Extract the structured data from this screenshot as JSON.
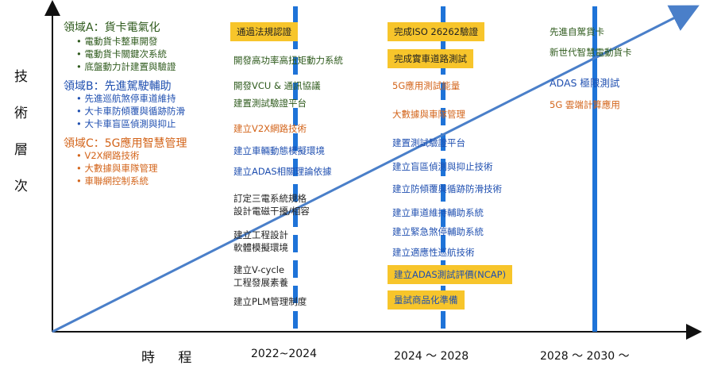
{
  "y_axis_label": [
    "技",
    "術",
    "層",
    "次"
  ],
  "x_axis_label": "時 程",
  "periods": [
    "2022~2024",
    "2024 ～ 2028",
    "2028 ～ 2030 ～"
  ],
  "domains": {
    "a": {
      "title": "領域A：貨卡電氣化",
      "items": [
        "電動貨卡整車開發",
        "電動貨卡關鍵次系統",
        "底盤動力計建置與驗證"
      ]
    },
    "b": {
      "title": "領域B：先進駕駛輔助",
      "items": [
        "先進巡航煞停車道維持",
        "大卡車防傾覆與循跡防滑",
        "大卡車盲區偵測與抑止"
      ]
    },
    "c": {
      "title": "領域C：5G應用智慧管理",
      "items": [
        "V2X網路技術",
        "大數據與車隊管理",
        "車聯網控制系統"
      ]
    }
  },
  "col1": [
    "通過法規認證",
    "開發高功率高扭矩動力系統",
    "開發VCU & 通訊協議",
    "建置測試驗證平台",
    "建立V2X網路技術",
    "建立車輛動態模擬環境",
    "建立ADAS相關理論依據",
    "訂定三電系統規格",
    "設計電磁干擾/相容",
    "建立工程設計",
    "軟體模擬環境",
    "建立V-cycle",
    "工程發展素養",
    "建立PLM管理制度"
  ],
  "col2": [
    "完成ISO 26262驗證",
    "完成實車道路測試",
    "5G應用測試能量",
    "大數據與車隊管理",
    "建置測試驗證平台",
    "建立盲區偵測與抑止技術",
    "建立防傾覆與循跡防滑技術",
    "建立車道維持輔助系統",
    "建立緊急煞停輔助系統",
    "建立適應性巡航技術",
    "建立ADAS測試評價(NCAP)",
    "量試商品化準備"
  ],
  "col3": [
    "先進自駕貨卡",
    "新世代智慧電動貨卡",
    "ADAS 極限測試",
    "5G 雲端計算應用"
  ],
  "colors": {
    "blue_line": "#1e73d8",
    "arrow": "#4a7fc9",
    "highlight": "#f7c52b"
  }
}
